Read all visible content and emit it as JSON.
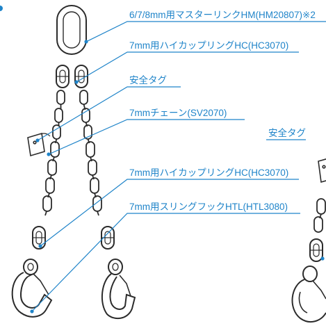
{
  "labels": {
    "master_link": "6/7/8mm用マスターリンクHM(HM20807)※2",
    "hc_upper": "7mm用ハイカップリングHC(HC3070)",
    "safety_tag_left": "安全タグ",
    "chain": "7mmチェーン(SV2070)",
    "hc_lower": "7mm用ハイカップリングHC(HC3070)",
    "hook": "7mm用スリングフックHTL(HTL3080)",
    "safety_tag_right": "安全タグ"
  },
  "colors": {
    "callout": "#1f84c9",
    "drawing": "#2b2b2b",
    "dot": "#1f84c9"
  }
}
